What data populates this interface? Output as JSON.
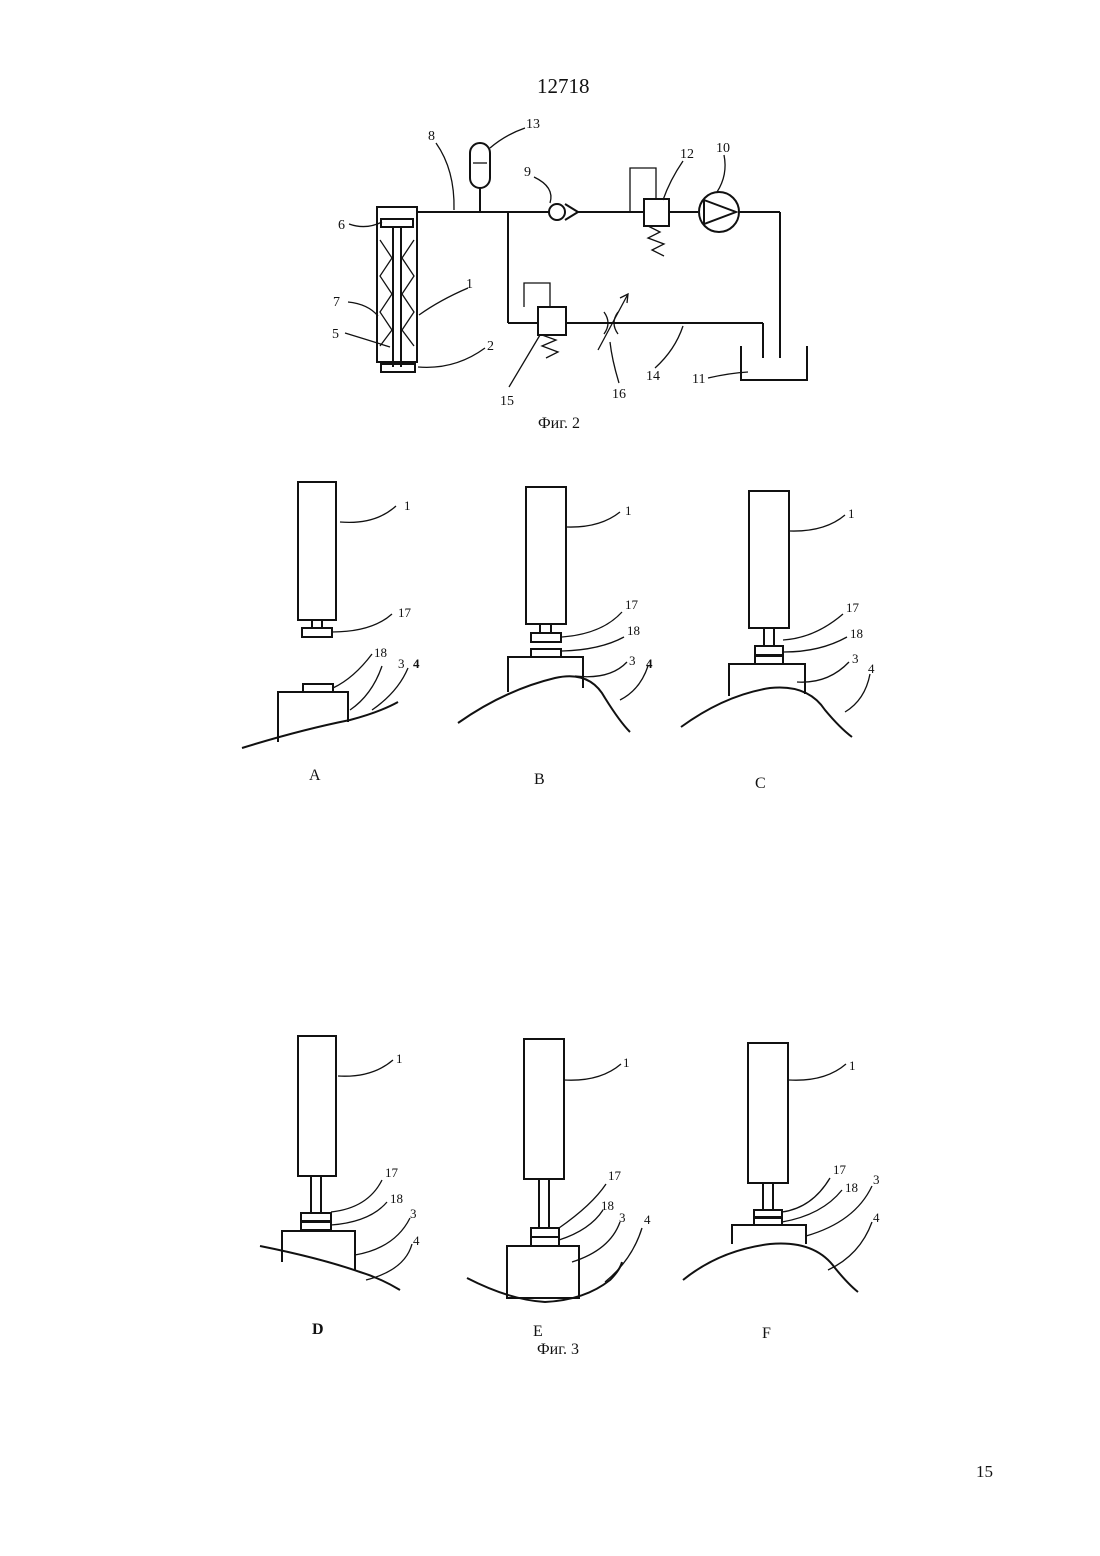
{
  "header": {
    "doc_number": "12718"
  },
  "footer": {
    "page_number": "15"
  },
  "figure2": {
    "caption": "Фиг. 2",
    "labels": {
      "l1": "1",
      "l2": "2",
      "l5": "5",
      "l6": "6",
      "l7": "7",
      "l8": "8",
      "l9": "9",
      "l10": "10",
      "l11": "11",
      "l12": "12",
      "l13": "13",
      "l14": "14",
      "l15": "15",
      "l16": "16"
    }
  },
  "figure3": {
    "caption": "Фиг. 3",
    "part_labels": {
      "p1": "1",
      "p3": "3",
      "p4": "4",
      "p17": "17",
      "p18": "18"
    },
    "panels": [
      {
        "letter": "A"
      },
      {
        "letter": "B"
      },
      {
        "letter": "C"
      },
      {
        "letter": "D"
      },
      {
        "letter": "E"
      },
      {
        "letter": "F"
      }
    ]
  }
}
